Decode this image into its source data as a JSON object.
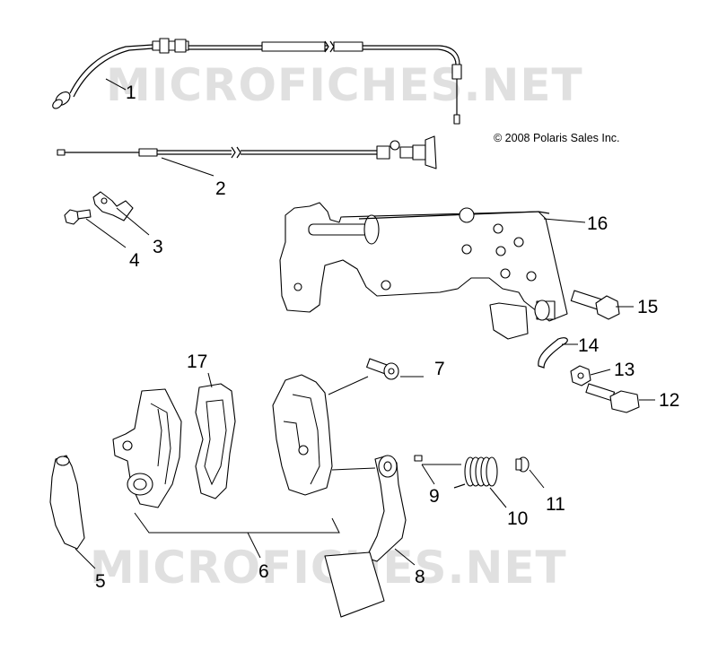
{
  "copyright": "© 2008 Polaris Sales Inc.",
  "watermark": "MICROFICHES.NET",
  "callouts": {
    "c1": "1",
    "c2": "2",
    "c3": "3",
    "c4": "4",
    "c5": "5",
    "c6": "6",
    "c7": "7",
    "c8": "8",
    "c9": "9",
    "c10": "10",
    "c11": "11",
    "c12": "12",
    "c13": "13",
    "c14": "14",
    "c15": "15",
    "c16": "16",
    "c17": "17"
  },
  "colors": {
    "line": "#000000",
    "watermark": "#d6d6d6",
    "background": "#ffffff"
  }
}
